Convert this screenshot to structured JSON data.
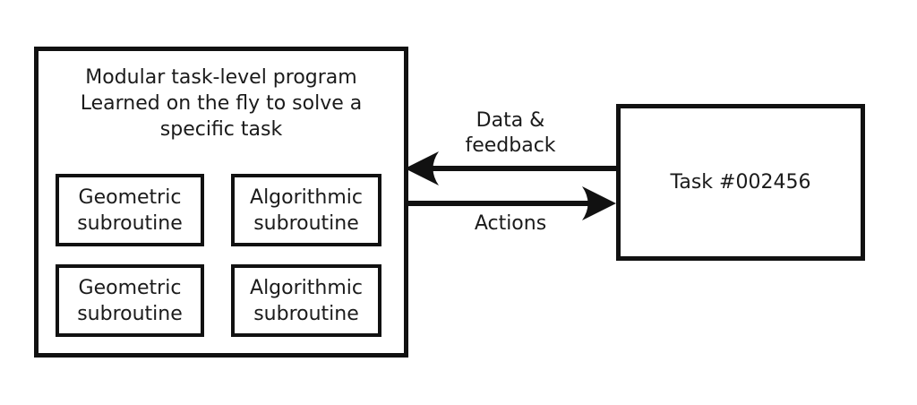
{
  "diagram": {
    "background_color": "#ffffff",
    "stroke_color": "#111111",
    "text_color": "#1b1b1b",
    "program_box": {
      "title_lines": [
        "Modular task-level program",
        "Learned on the fly to solve a",
        "specific task"
      ],
      "subroutines": [
        {
          "label": "Geometric subroutine"
        },
        {
          "label": "Algorithmic subroutine"
        },
        {
          "label": "Geometric subroutine"
        },
        {
          "label": "Algorithmic subroutine"
        }
      ]
    },
    "task_box": {
      "label": "Task #002456"
    },
    "arrows": [
      {
        "label": "Data & feedback",
        "direction": "right-to-left"
      },
      {
        "label": "Actions",
        "direction": "left-to-right"
      }
    ]
  }
}
